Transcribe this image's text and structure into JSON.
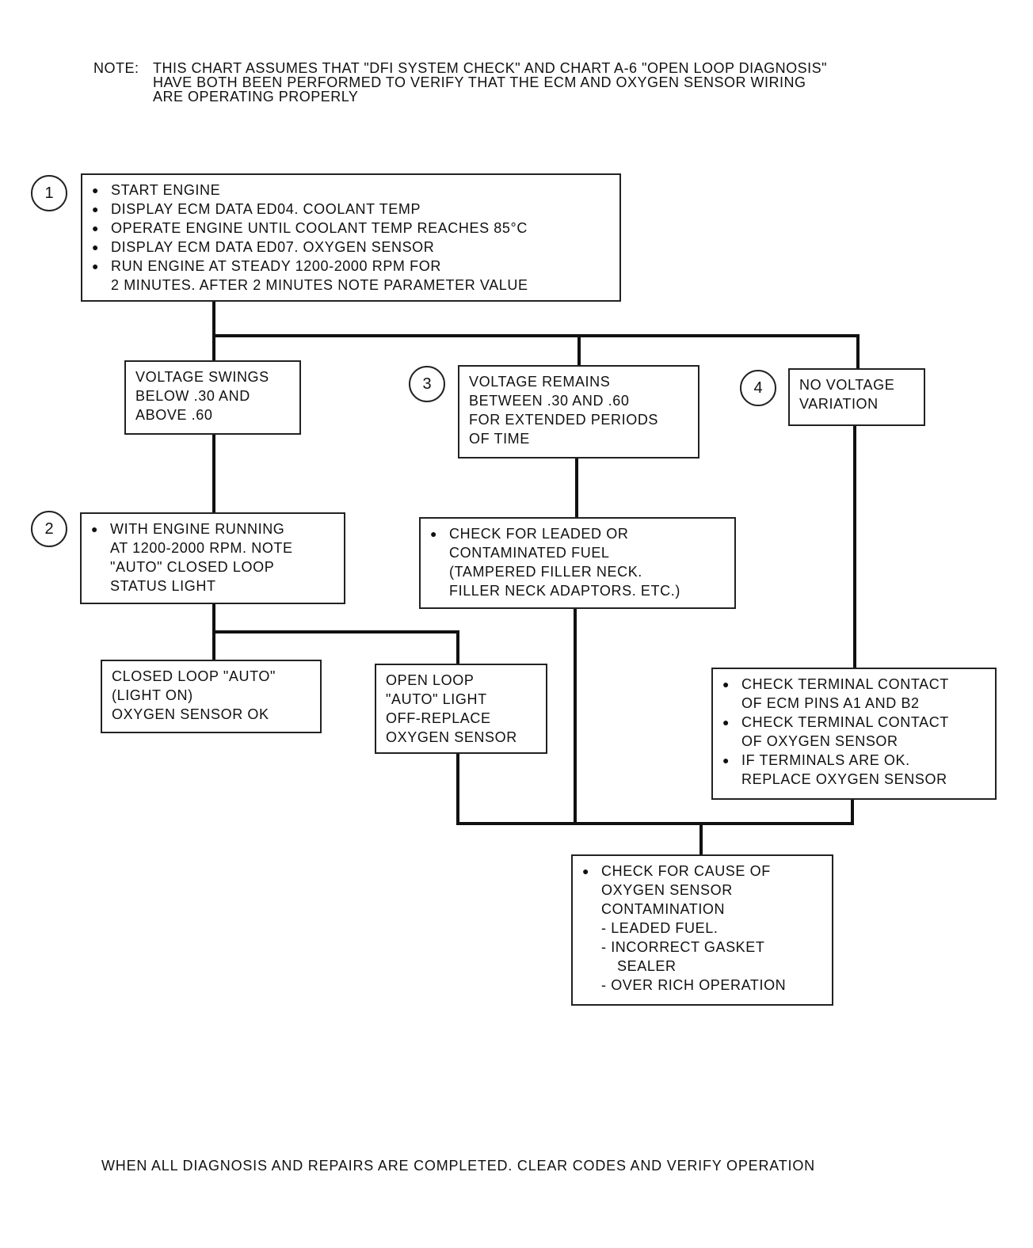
{
  "note": {
    "label": "NOTE:",
    "lines": [
      "THIS CHART ASSUMES THAT \"DFI SYSTEM CHECK\" AND CHART A-6 \"OPEN LOOP DIAGNOSIS\"",
      "HAVE BOTH BEEN PERFORMED TO VERIFY THAT THE ECM AND OXYGEN SENSOR WIRING",
      "ARE OPERATING PROPERLY"
    ]
  },
  "steps": [
    "1",
    "2",
    "3",
    "4"
  ],
  "box_start": {
    "items": [
      "START ENGINE",
      "DISPLAY ECM DATA ED04. COOLANT TEMP",
      "OPERATE ENGINE UNTIL COOLANT TEMP REACHES 85°C",
      "DISPLAY ECM DATA ED07. OXYGEN SENSOR",
      "RUN ENGINE AT STEADY 1200-2000 RPM FOR"
    ],
    "continuation": "2 MINUTES. AFTER 2 MINUTES NOTE PARAMETER VALUE"
  },
  "box_swings": [
    "VOLTAGE SWINGS",
    "BELOW .30 AND",
    "ABOVE .60"
  ],
  "box_remains": [
    "VOLTAGE REMAINS",
    "BETWEEN .30 AND .60",
    "FOR EXTENDED PERIODS",
    "OF TIME"
  ],
  "box_novar": [
    "NO VOLTAGE",
    "VARIATION"
  ],
  "box_auto": [
    "WITH ENGINE RUNNING",
    "AT 1200-2000 RPM. NOTE",
    "\"AUTO\" CLOSED LOOP",
    "STATUS LIGHT"
  ],
  "box_fuel": [
    "CHECK FOR LEADED OR",
    "CONTAMINATED FUEL",
    "(TAMPERED FILLER NECK.",
    "FILLER NECK ADAPTORS. ETC.)"
  ],
  "box_closed": [
    "CLOSED LOOP \"AUTO\"",
    "(LIGHT ON)",
    "OXYGEN SENSOR OK"
  ],
  "box_open": [
    "OPEN LOOP",
    "\"AUTO\" LIGHT",
    "OFF-REPLACE",
    "OXYGEN SENSOR"
  ],
  "box_terminal": {
    "item1": [
      "CHECK TERMINAL CONTACT",
      "OF ECM PINS A1 AND B2"
    ],
    "item2": [
      "CHECK TERMINAL CONTACT",
      "OF OXYGEN SENSOR"
    ],
    "item3": [
      "IF TERMINALS ARE OK.",
      "REPLACE OXYGEN SENSOR"
    ]
  },
  "box_cause": {
    "lead": [
      "CHECK FOR CAUSE OF",
      "OXYGEN SENSOR",
      "CONTAMINATION"
    ],
    "subs": [
      "- LEADED FUEL.",
      "- INCORRECT GASKET",
      "  SEALER",
      "- OVER RICH OPERATION"
    ]
  },
  "footer": "WHEN ALL DIAGNOSIS AND REPAIRS ARE COMPLETED. CLEAR CODES AND VERIFY OPERATION"
}
